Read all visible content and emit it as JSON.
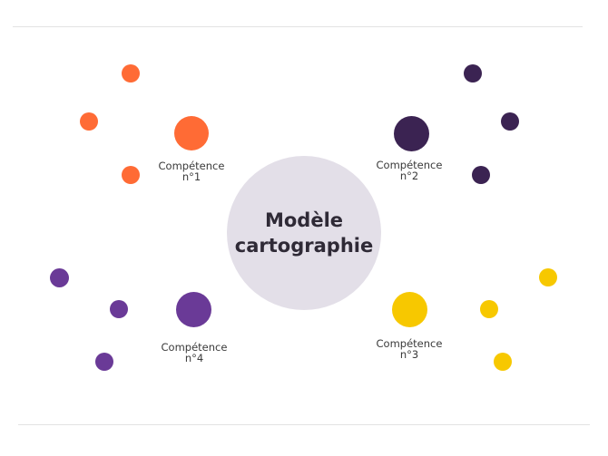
{
  "center": {
    "title_line1": "Modèle",
    "title_line2": "cartographie",
    "color": "#e3dfe8"
  },
  "competences": [
    {
      "line1": "Compétence",
      "line2": "n°1",
      "color": "#ff6b35"
    },
    {
      "line1": "Compétence",
      "line2": "n°2",
      "color": "#3b2352"
    },
    {
      "line1": "Compétence",
      "line2": "n°3",
      "color": "#f7c800"
    },
    {
      "line1": "Compétence",
      "line2": "n°4",
      "color": "#6a3a97"
    }
  ]
}
